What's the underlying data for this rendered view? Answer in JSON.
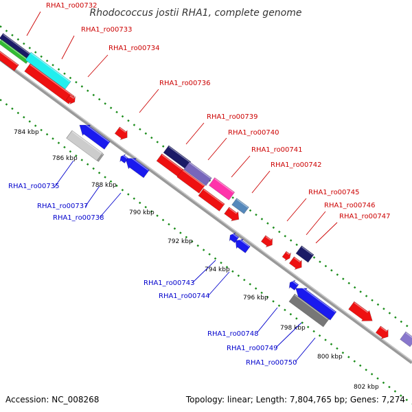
{
  "title": "Rhodococcus jostii RHA1, complete genome",
  "footer": {
    "accession": "Accession: NC_008268",
    "summary": "Topology: linear; Length: 7,804,765 bp; Genes: 7,274"
  },
  "colors": {
    "backbone": "#999999",
    "dots": "#1a8c1a",
    "label_forward": "#cc0000",
    "label_reverse": "#0000cc",
    "connector_forward": "#cc0000",
    "connector_reverse": "#0000cc"
  },
  "ticks": [
    {
      "label": "784 kbp"
    },
    {
      "label": "786 kbp"
    },
    {
      "label": "788 kbp"
    },
    {
      "label": "790 kbp"
    },
    {
      "label": "792 kbp"
    },
    {
      "label": "794 kbp"
    },
    {
      "label": "796 kbp"
    },
    {
      "label": "798 kbp"
    },
    {
      "label": "800 kbp"
    },
    {
      "label": "802 kbp"
    }
  ],
  "labels": [
    {
      "text": "RHA1_ro00732",
      "strand": "forward"
    },
    {
      "text": "RHA1_ro00733",
      "strand": "forward"
    },
    {
      "text": "RHA1_ro00734",
      "strand": "forward"
    },
    {
      "text": "RHA1_ro00736",
      "strand": "forward"
    },
    {
      "text": "RHA1_ro00739",
      "strand": "forward"
    },
    {
      "text": "RHA1_ro00740",
      "strand": "forward"
    },
    {
      "text": "RHA1_ro00741",
      "strand": "forward"
    },
    {
      "text": "RHA1_ro00742",
      "strand": "forward"
    },
    {
      "text": "RHA1_ro00745",
      "strand": "forward"
    },
    {
      "text": "RHA1_ro00746",
      "strand": "forward"
    },
    {
      "text": "RHA1_ro00747",
      "strand": "forward"
    },
    {
      "text": "RHA1_ro00735",
      "strand": "reverse"
    },
    {
      "text": "RHA1_ro00737",
      "strand": "reverse"
    },
    {
      "text": "RHA1_ro00738",
      "strand": "reverse"
    },
    {
      "text": "RHA1_ro00743",
      "strand": "reverse"
    },
    {
      "text": "RHA1_ro00744",
      "strand": "reverse"
    },
    {
      "text": "RHA1_ro00748",
      "strand": "reverse"
    },
    {
      "text": "RHA1_ro00749",
      "strand": "reverse"
    },
    {
      "text": "RHA1_ro00750",
      "strand": "reverse"
    }
  ],
  "genes": [
    {
      "color": "#1a1a66"
    },
    {
      "color": "#33bb33"
    },
    {
      "color": "#ee1111"
    },
    {
      "color": "#22eeee"
    },
    {
      "color": "#ee1111"
    },
    {
      "color": "#ee1111"
    },
    {
      "color": "#ee1111"
    },
    {
      "color": "#999999"
    },
    {
      "color": "#1a1a66"
    },
    {
      "color": "#ee1111"
    },
    {
      "color": "#7766bb"
    },
    {
      "color": "#ee1111"
    },
    {
      "color": "#ff33aa"
    },
    {
      "color": "#ee1111"
    },
    {
      "color": "#5588bb"
    },
    {
      "color": "#ee1111"
    },
    {
      "color": "#ee1111"
    },
    {
      "color": "#1a1a66"
    },
    {
      "color": "#ee1111"
    },
    {
      "color": "#ee1111"
    },
    {
      "color": "#ee1111"
    },
    {
      "color": "#ee1111"
    },
    {
      "color": "#8877cc"
    },
    {
      "color": "#1a1aee"
    },
    {
      "color": "#cccccc"
    },
    {
      "color": "#1a1aee"
    },
    {
      "color": "#1a1aee"
    },
    {
      "color": "#1a1aee"
    },
    {
      "color": "#1a1aee"
    },
    {
      "color": "#1a1aee"
    },
    {
      "color": "#1a1aee"
    },
    {
      "color": "#777777"
    }
  ]
}
